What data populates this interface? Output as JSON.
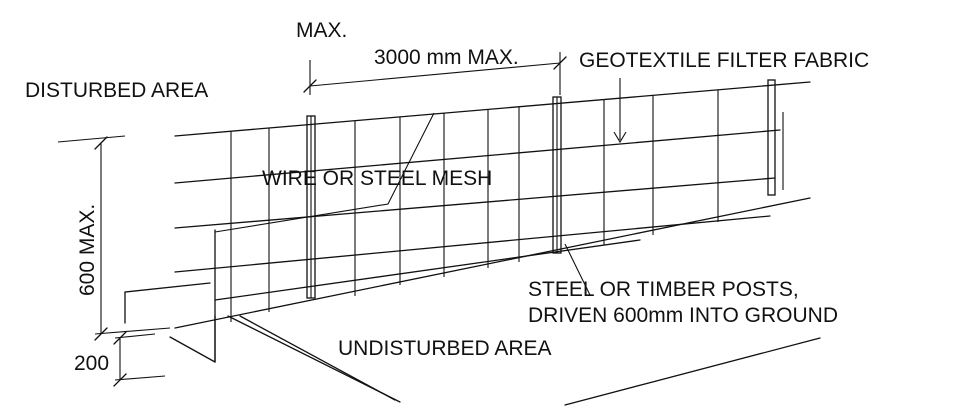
{
  "labels": {
    "max_top": "MAX.",
    "spacing": "3000 mm MAX.",
    "geotextile": "GEOTEXTILE FILTER FABRIC",
    "disturbed": "DISTURBED AREA",
    "mesh": "WIRE OR STEEL MESH",
    "height": "600 MAX.",
    "posts_line1": "STEEL OR TIMBER POSTS,",
    "posts_line2": "DRIVEN 600mm INTO GROUND",
    "undisturbed": "UNDISTURBED AREA",
    "embed": "200"
  }
}
